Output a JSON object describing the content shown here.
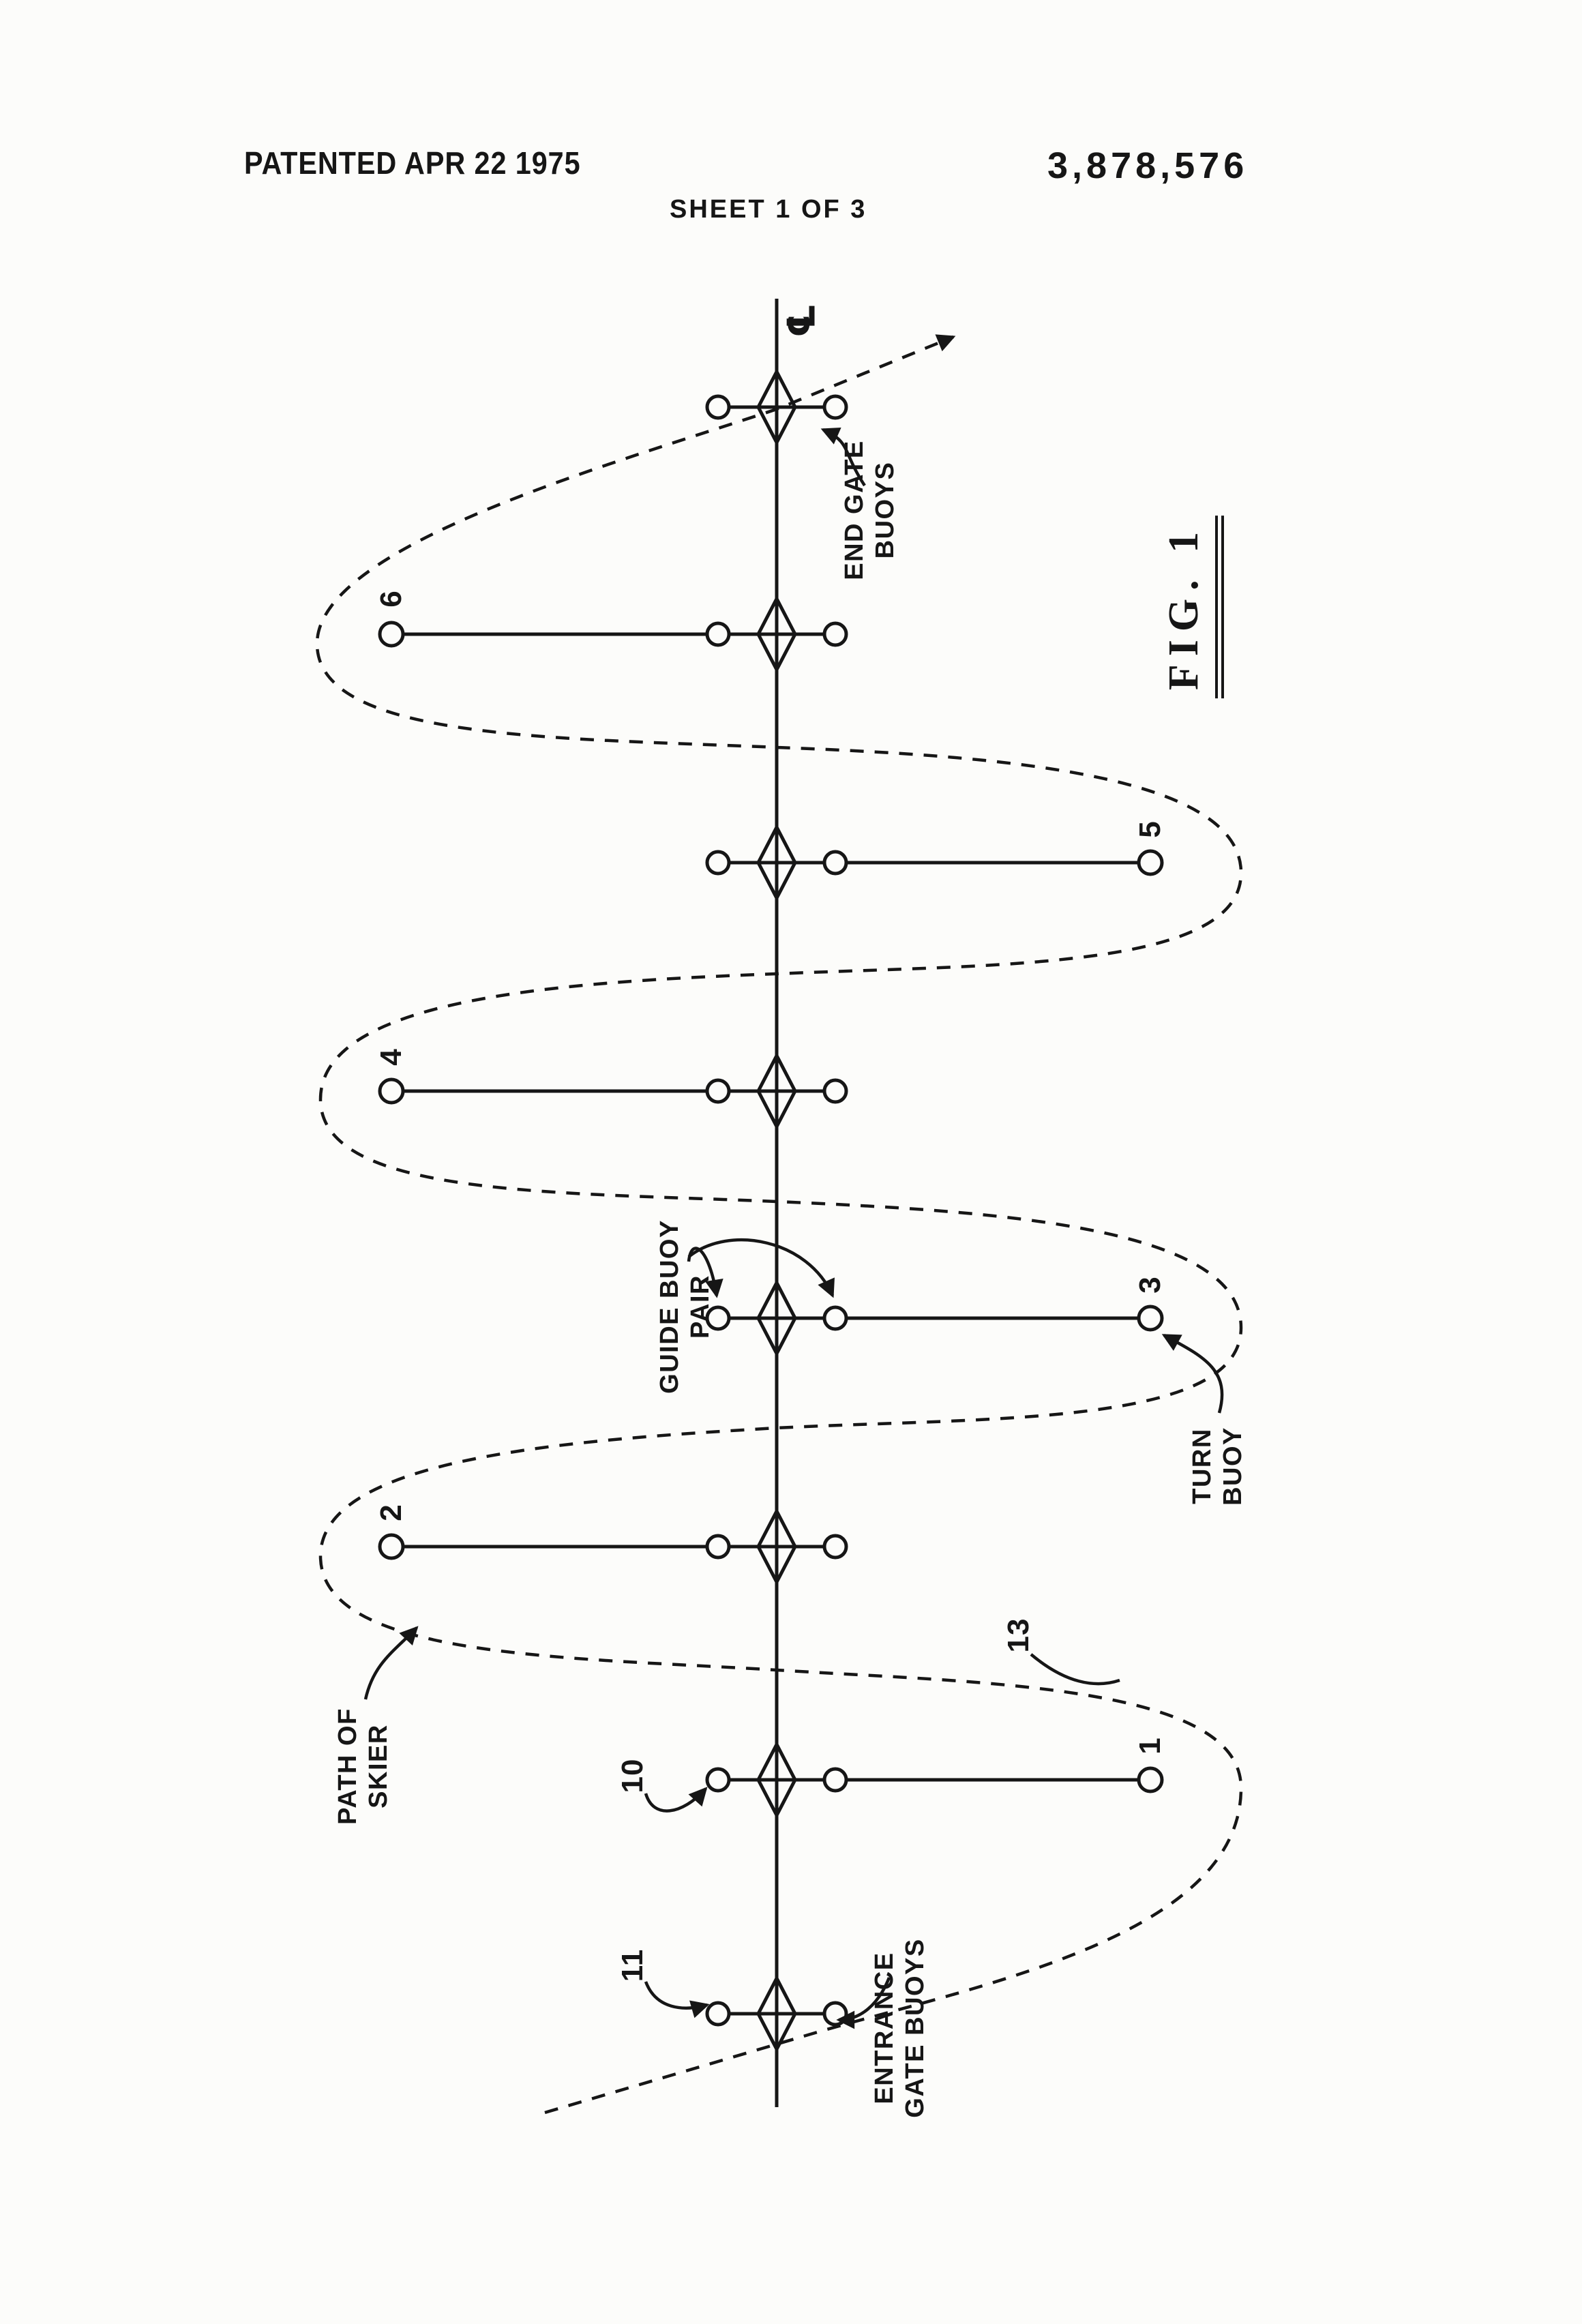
{
  "header": {
    "patented": "PATENTED APR 22 1975",
    "sheet": "SHEET 1 OF 3",
    "patent_number": "3,878,576"
  },
  "figure": {
    "label": "FIG. 1",
    "centerline_symbol": "℄"
  },
  "annotations": {
    "end_gate": {
      "line1": "END GATE",
      "line2": "BUOYS"
    },
    "guide_buoy_pair": {
      "line1": "GUIDE BUOY",
      "line2": "PAIR"
    },
    "turn_buoy": {
      "line1": "TURN",
      "line2": "BUOY"
    },
    "path_of_skier": {
      "line1": "PATH OF",
      "line2": "SKIER"
    },
    "entrance_gate": {
      "line1": "ENTRANCE",
      "line2": "GATE BUOYS"
    },
    "ref_10": "10",
    "ref_11": "11",
    "ref_13": "13"
  },
  "buoy_numbers": {
    "b1": "1",
    "b2": "2",
    "b3": "3",
    "b4": "4",
    "b5": "5",
    "b6": "6"
  }
}
